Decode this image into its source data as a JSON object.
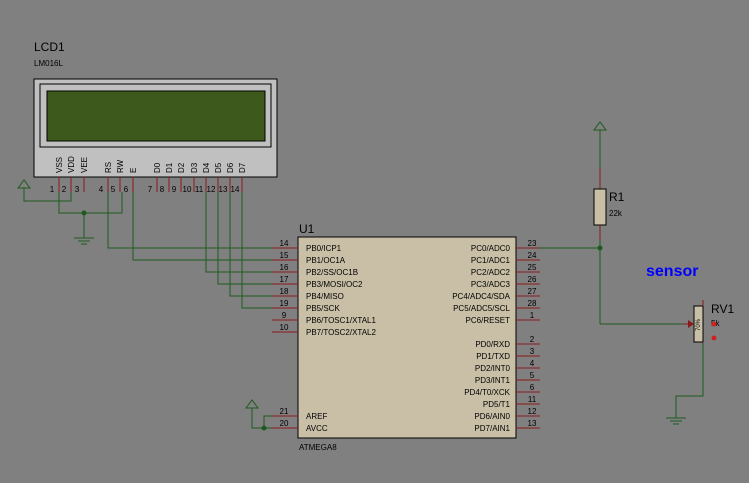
{
  "colors": {
    "background": "#808080",
    "chip_body": "#c8bfa6",
    "lcd_screen": "#3d5a1c",
    "wire": "#1e5a1e",
    "pin": "#8a1a1a",
    "sensor_label": "#0000ff",
    "pot_dot": "#cc2222"
  },
  "lcd": {
    "ref": "LCD1",
    "part": "LM016L",
    "pin_labels": [
      "VSS",
      "VDD",
      "VEE",
      "RS",
      "RW",
      "E",
      "D0",
      "D1",
      "D2",
      "D3",
      "D4",
      "D5",
      "D6",
      "D7"
    ],
    "pin_numbers": [
      "1",
      "2",
      "3",
      "4",
      "5",
      "6",
      "7",
      "8",
      "9",
      "10",
      "11",
      "12",
      "13",
      "14"
    ]
  },
  "mcu": {
    "ref": "U1",
    "part": "ATMEGA8",
    "left_pins": [
      {
        "num": "14",
        "name": "PB0/ICP1"
      },
      {
        "num": "15",
        "name": "PB1/OC1A"
      },
      {
        "num": "16",
        "name": "PB2/SS/OC1B"
      },
      {
        "num": "17",
        "name": "PB3/MOSI/OC2"
      },
      {
        "num": "18",
        "name": "PB4/MISO"
      },
      {
        "num": "19",
        "name": "PB5/SCK"
      },
      {
        "num": "9",
        "name": "PB6/TOSC1/XTAL1"
      },
      {
        "num": "10",
        "name": "PB7/TOSC2/XTAL2"
      }
    ],
    "left_power_pins": [
      {
        "num": "21",
        "name": "AREF"
      },
      {
        "num": "20",
        "name": "AVCC"
      }
    ],
    "right_pins": [
      {
        "num": "23",
        "name": "PC0/ADC0"
      },
      {
        "num": "24",
        "name": "PC1/ADC1"
      },
      {
        "num": "25",
        "name": "PC2/ADC2"
      },
      {
        "num": "26",
        "name": "PC3/ADC3"
      },
      {
        "num": "27",
        "name": "PC4/ADC4/SDA"
      },
      {
        "num": "28",
        "name": "PC5/ADC5/SCL"
      },
      {
        "num": "1",
        "name": "PC6/RESET"
      },
      {
        "num": "2",
        "name": "PD0/RXD"
      },
      {
        "num": "3",
        "name": "PD1/TXD"
      },
      {
        "num": "4",
        "name": "PD2/INT0"
      },
      {
        "num": "5",
        "name": "PD3/INT1"
      },
      {
        "num": "6",
        "name": "PD4/T0/XCK"
      },
      {
        "num": "11",
        "name": "PD5/T1"
      },
      {
        "num": "12",
        "name": "PD6/AIN0"
      },
      {
        "num": "13",
        "name": "PD7/AIN1"
      }
    ]
  },
  "r1": {
    "ref": "R1",
    "value": "22k"
  },
  "rv1": {
    "ref": "RV1",
    "value": "5k",
    "body_text": "70%"
  },
  "sensor_label": "sensor"
}
